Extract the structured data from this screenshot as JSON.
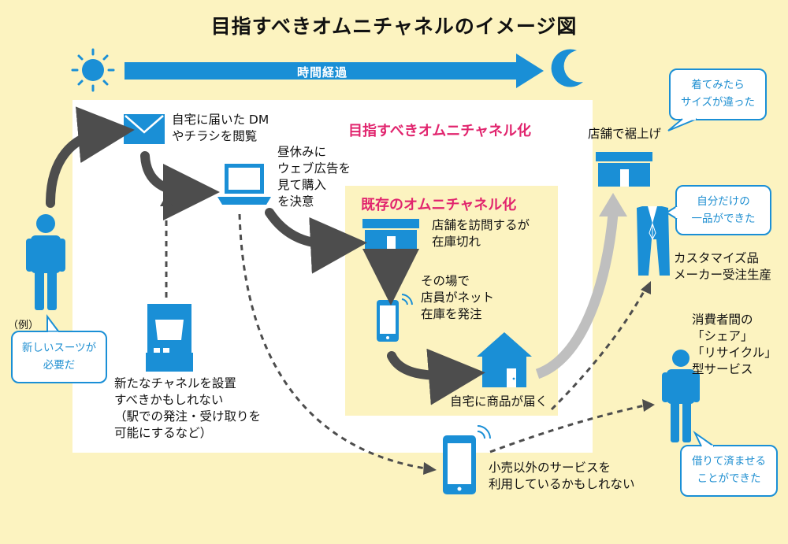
{
  "title": "目指すべきオムニチャネルのイメージ図",
  "timeline": {
    "label": "時間経過"
  },
  "sections": {
    "target": "目指すべきオムニチャネル化",
    "existing": "既存のオムニチャネル化"
  },
  "labels": {
    "dm": "自宅に届いた DM\nやチラシを閲覧",
    "web_ad": "昼休みに\nウェブ広告を\n見て購入\nを決意",
    "kiosk": "新たなチャネルを設置\nすべきかもしれない\n（駅での発注・受け取りを\n可能にするなど）",
    "visit_store": "店舗を訪問するが\n在庫切れ",
    "order_net": "その場で\n店員がネット\n在庫を発注",
    "home_delivery": "自宅に商品が届く",
    "alteration": "店舗で裾上げ",
    "custom_maker": "カスタマイズ品\nメーカー受注生産",
    "other_services": "小売以外のサービスを\n利用しているかもしれない",
    "share_service": "消費者間の\n「シェア」\n「リサイクル」\n型サービス",
    "example": "（例）"
  },
  "bubbles": {
    "suit": "新しいスーツが\n必要だ",
    "size": "着てみたら\nサイズが違った",
    "one_item": "自分だけの\n一品ができた",
    "borrow": "借りて済ませる\nことができた"
  },
  "colors": {
    "accent_blue": "#1a8fd6",
    "pink": "#e1256e",
    "background": "#fcf3c0",
    "arrow_dark": "#4d4d4d",
    "arrow_gray": "#bfbfbf",
    "sun": "#1a8fd6"
  }
}
